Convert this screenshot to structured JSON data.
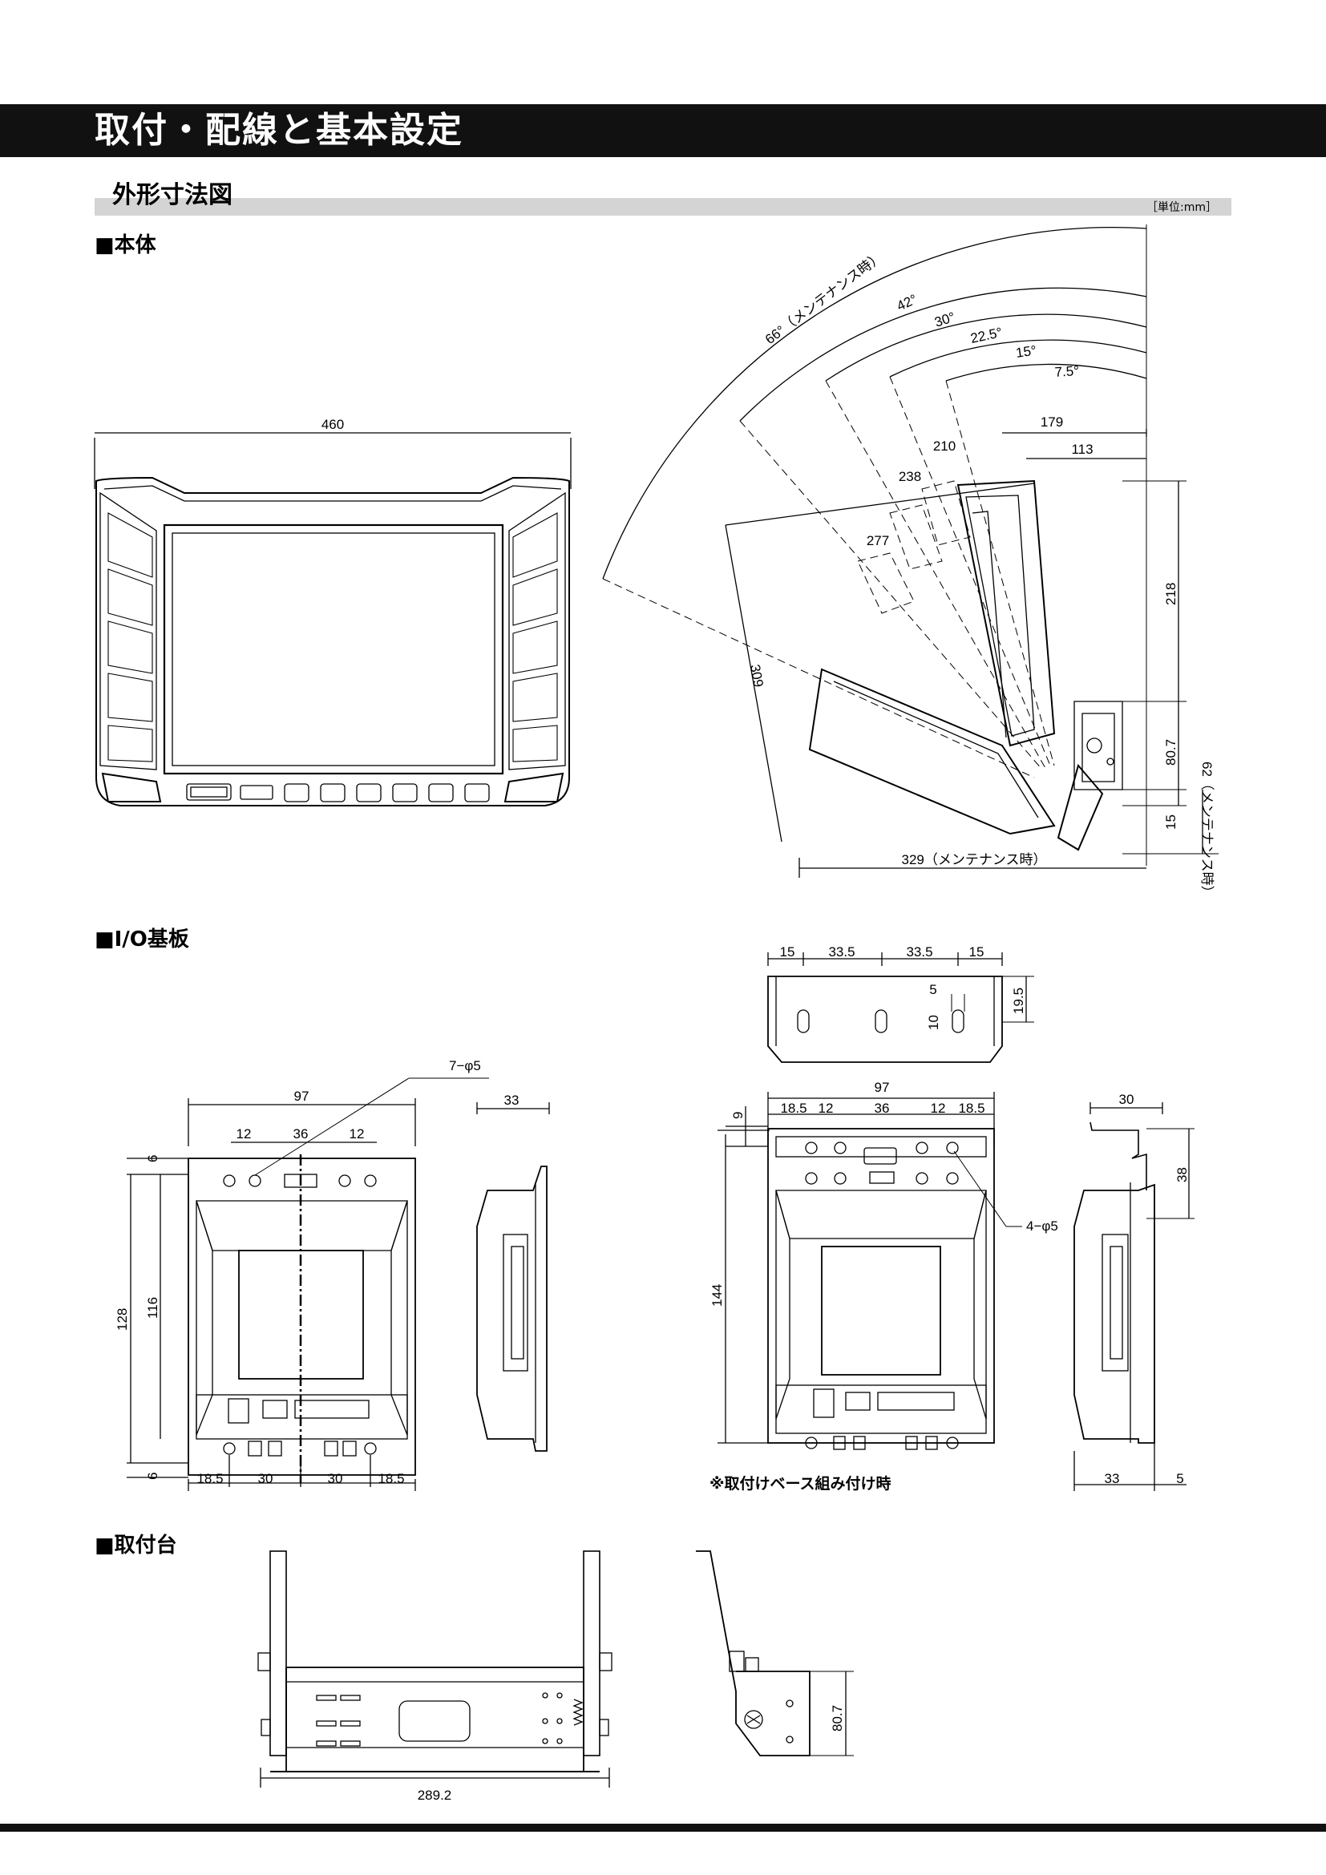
{
  "header": {
    "title": "取付・配線と基本設定"
  },
  "section": {
    "title": "外形寸法図",
    "unit": "［単位:mm］"
  },
  "body_unit": {
    "label": "■本体",
    "front": {
      "width": "460"
    },
    "side": {
      "angles": [
        "66°（メンテナンス時）",
        "42°",
        "30°",
        "22.5°",
        "15°",
        "7.5°"
      ],
      "lengths": [
        "179",
        "113",
        "210",
        "238",
        "277",
        "309",
        "218",
        "80.7",
        "15",
        "62（メンテナンス時）",
        "329（メンテナンス時）"
      ]
    }
  },
  "io_board": {
    "label": "■I/O基板",
    "left": {
      "holes": "7−φ5",
      "top": [
        "97",
        "12",
        "36",
        "12",
        "6"
      ],
      "heights": [
        "128",
        "116",
        "6"
      ],
      "bottom": [
        "18.5",
        "30",
        "30",
        "18.5"
      ],
      "depth": "33"
    },
    "top_view": [
      "15",
      "33.5",
      "33.5",
      "15",
      "5",
      "19.5",
      "10"
    ],
    "right": {
      "holes": "4−φ5",
      "top": [
        "97",
        "18.5",
        "12",
        "36",
        "12",
        "18.5",
        "9"
      ],
      "height": "144",
      "side_top": "30",
      "side_h": "38",
      "side_bottom": [
        "33",
        "5"
      ],
      "note": "※取付けベース組み付け時"
    }
  },
  "mount": {
    "label": "■取付台",
    "width": "289.2",
    "height": "80.7"
  }
}
